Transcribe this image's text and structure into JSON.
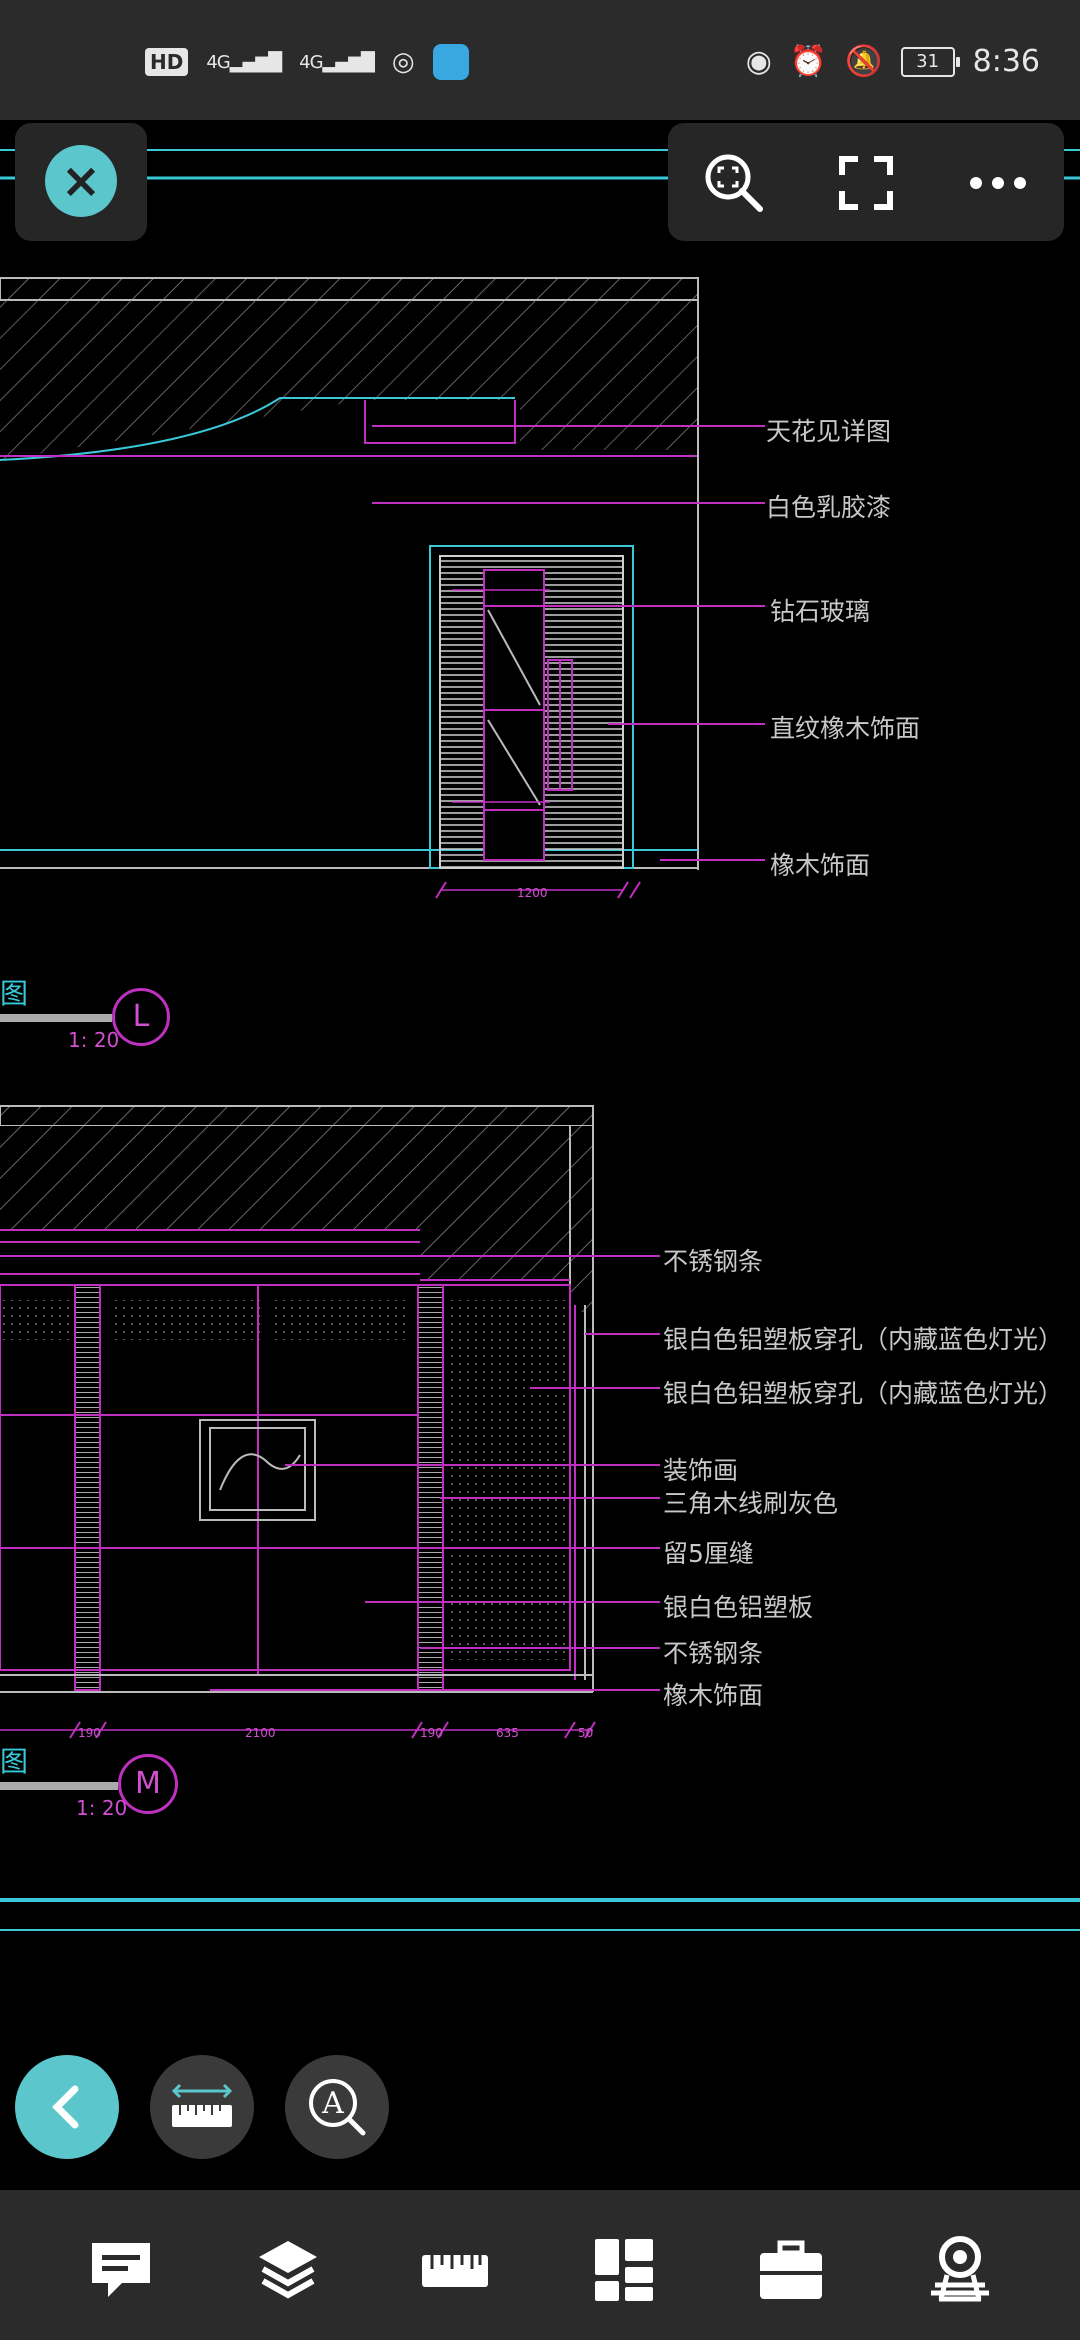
{
  "status_bar": {
    "network_badge": "HD",
    "signal_1": "4G",
    "signal_2": "4G",
    "battery": "31",
    "time": "8:36"
  },
  "view_l": {
    "title_fragment": "图",
    "scale": "1: 20",
    "marker": "L",
    "dimension": "1200",
    "labels": [
      "天花见详图",
      "白色乳胶漆",
      "钻石玻璃",
      "直纹橡木饰面",
      "橡木饰面"
    ]
  },
  "view_m": {
    "title_fragment": "图",
    "scale": "1: 20",
    "marker": "M",
    "dimensions": [
      "190",
      "2100",
      "190",
      "635",
      "50"
    ],
    "labels": [
      "不锈钢条",
      "银白色铝塑板穿孔（内藏蓝色灯光）",
      "银白色铝塑板穿孔（内藏蓝色灯光）",
      "装饰画",
      "三角木线刷灰色",
      "留5厘缝",
      "银白色铝塑板",
      "不锈钢条",
      "橡木饰面"
    ]
  },
  "toolbar": {
    "close_icon": "close-icon",
    "zoom_icon": "zoom-fit-icon",
    "fullscreen_icon": "fullscreen-icon",
    "more_icon": "more-icon"
  },
  "floating": {
    "back_icon": "chevron-left-icon",
    "measure_icon": "measure-ruler-icon",
    "text_search_icon": "text-search-icon"
  },
  "bottom_nav": [
    "comment-icon",
    "layers-icon",
    "ruler-icon",
    "grid-icon",
    "toolbox-icon",
    "cloud-icon"
  ],
  "colors": {
    "accent": "#5bc6cb",
    "cad_magenta": "#c030c0",
    "cad_cyan": "#38c8d8"
  }
}
